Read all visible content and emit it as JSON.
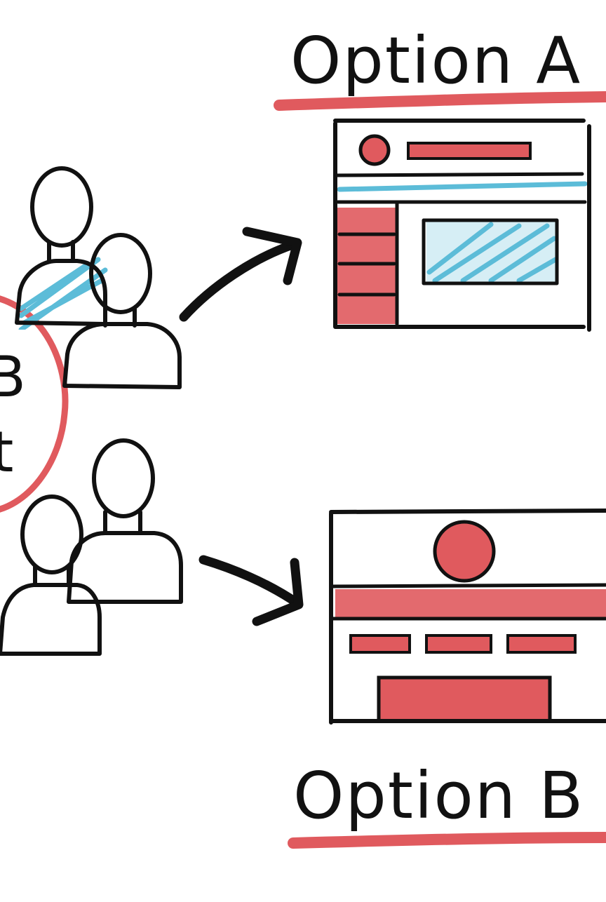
{
  "labels": {
    "option_a": "Option A",
    "option_b": "Option B",
    "badge_top": "B",
    "badge_bottom": "t"
  },
  "colors": {
    "ink": "#111111",
    "red": "#e05a5e",
    "blue": "#5cbcd8",
    "background": "#ffffff"
  },
  "groups": {
    "top_group_color": "blue",
    "bottom_group_color": "red"
  }
}
